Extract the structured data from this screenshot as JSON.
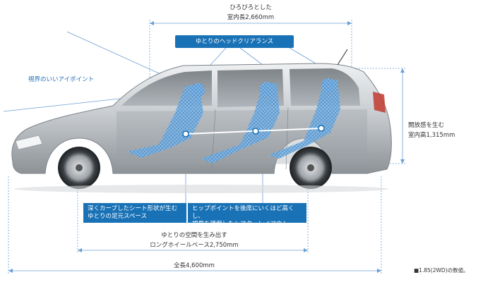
{
  "dimensions": {
    "interior_length": {
      "caption": "ひろびろとした",
      "value": "室内長2,660mm"
    },
    "interior_height": {
      "caption": "開放感を生む",
      "value": "室内高1,315mm"
    },
    "wheelbase": {
      "caption": "ゆとりの空間を生み出す",
      "value": "ロングホイールベース2,750mm"
    },
    "overall_length": {
      "value": "全長4,600mm"
    }
  },
  "callouts": {
    "headroom": "ゆとりのヘッドクリアランス",
    "eyepoint": "視界のいいアイポイント",
    "seat_shape_line1": "深くカーブしたシート形状が生む",
    "seat_shape_line2": "ゆとりの足元スペース",
    "hip_point_line1": "ヒップポイントを後席にいくほど高くし、",
    "hip_point_line2": "視界を確保したシアターレイアウト"
  },
  "footnote": "■1.85(2WD)の数値。",
  "colors": {
    "accent": "#1a72b6",
    "dimension_line": "#6a9fd4",
    "body": "#c8ccd0"
  }
}
